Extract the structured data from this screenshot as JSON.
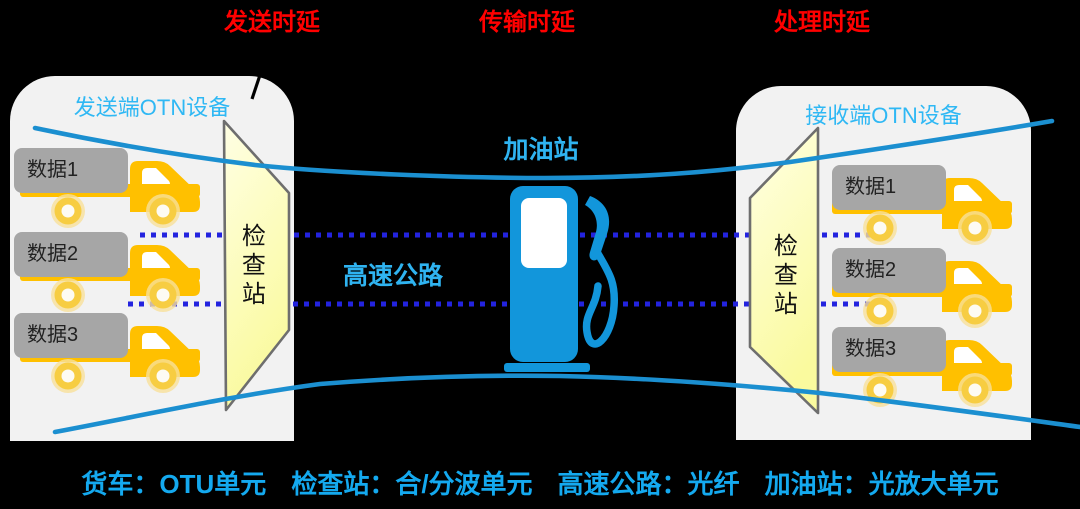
{
  "delays": {
    "sending": "发送时延",
    "transmission": "传输时延",
    "processing": "处理时延"
  },
  "sender": {
    "title": "发送端OTN设备",
    "checkpoint": "检查站",
    "trucks": [
      "数据1",
      "数据2",
      "数据3"
    ]
  },
  "receiver": {
    "title": "接收端OTN设备",
    "checkpoint": "检查站",
    "trucks": [
      "数据1",
      "数据2",
      "数据3"
    ]
  },
  "middle": {
    "gas_station": "加油站",
    "highway": "高速公路"
  },
  "legend": [
    "货车：OTU单元",
    "检查站：合/分波单元",
    "高速公路：光纤",
    "加油站：光放大单元"
  ],
  "colors": {
    "delay_red": "#FF0000",
    "title_cyan": "#2FB8F4",
    "legend_blue": "#14A9EF",
    "truck_orange": "#FFC000",
    "wheel_yellow": "#F7CD42",
    "checkpoint_yellow": "#FCFCB4",
    "fiber_blue": "#1B8FD0",
    "lane_dot_blue": "#2323DF",
    "pump_blue": "#1296DB",
    "cargo_gray": "#A6A6A6",
    "device_box_gray": "#F2F2F2",
    "background": "#000000"
  }
}
